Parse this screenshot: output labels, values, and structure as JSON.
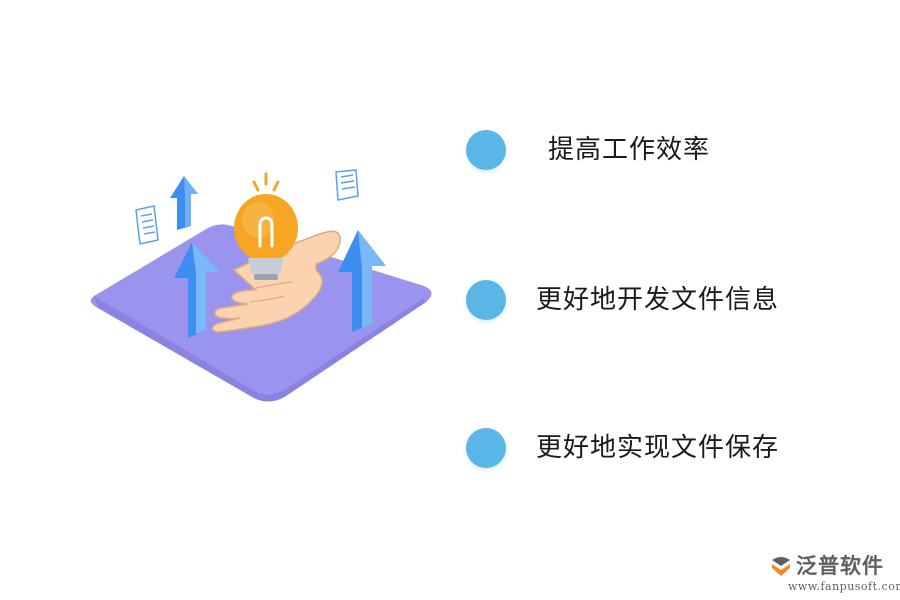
{
  "bullets": [
    {
      "label": "提高工作效率"
    },
    {
      "label": "更好地开发文件信息"
    },
    {
      "label": "更好地实现文件保存"
    }
  ],
  "logo": {
    "name": "泛普软件",
    "url": "www.fanpusoft.com"
  },
  "colors": {
    "bullet": "#5ab6e6",
    "platform": "#9b94ee",
    "arrow": "#3d8ef0",
    "bulb": "#f6a623",
    "hand": "#fbd3b0",
    "text": "#1a1a1a",
    "logo_text": "#5d5f63",
    "logo_accent": "#f08a24"
  },
  "illustration": {
    "icons": [
      "lightbulb-icon",
      "hand-icon",
      "up-arrow-icon",
      "paper-note-icon",
      "platform-tile"
    ]
  }
}
